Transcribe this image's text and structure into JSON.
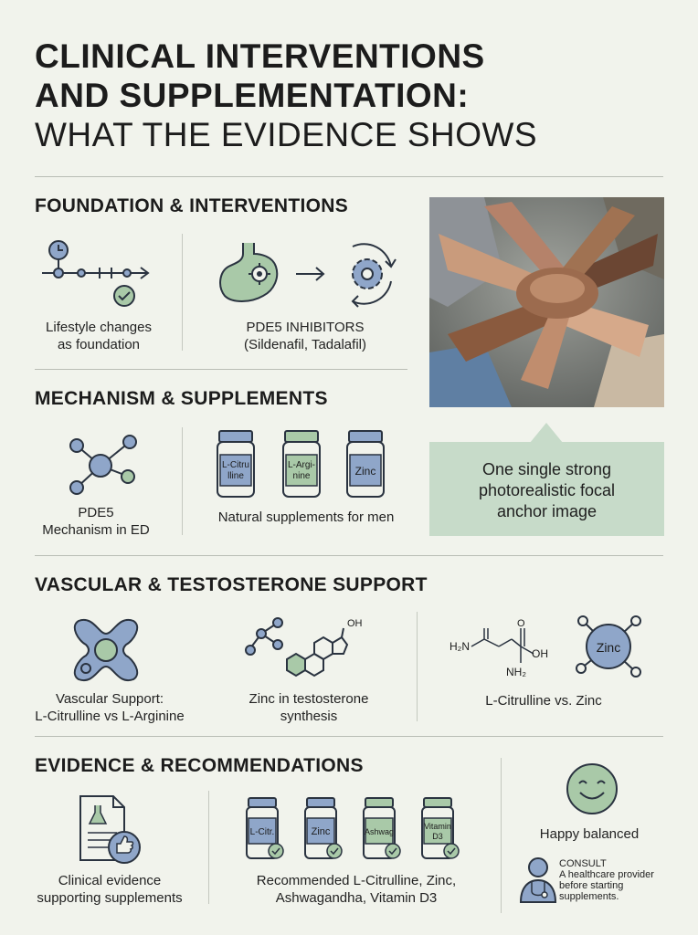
{
  "title": {
    "line1": "CLINICAL INTERVENTIONS",
    "line2": "AND SUPPLEMENTATION:",
    "line3": "WHAT THE EVIDENCE SHOWS"
  },
  "sections": {
    "foundation": {
      "heading": "FOUNDATION & INTERVENTIONS",
      "lifestyle_caption": [
        "Lifestyle changes",
        "as foundation"
      ],
      "pde5_caption": [
        "PDE5 INHIBITORS",
        "(Sildenafil, Tadalafil)"
      ]
    },
    "mechanism": {
      "heading": "MECHANISM & SUPPLEMENTS",
      "mechanism_caption": [
        "PDE5",
        "Mechanism in ED"
      ],
      "bottles": [
        "L-Citru\nlline",
        "L-Argi-\nnine",
        "Zinc"
      ],
      "supplements_caption": "Natural supplements for men"
    },
    "vascular": {
      "heading": "VASCULAR & TESTOSTERONE SUPPORT",
      "vascular_caption": [
        "Vascular Support:",
        "L-Citrulline vs L-Arginine"
      ],
      "zinc_caption": [
        "Zinc in testosterone",
        "synthesis"
      ],
      "compare_caption": "L-Citrulline vs. Zinc",
      "molecule_labels": {
        "oh": "OH",
        "h2n": "H₂N",
        "oh2": "OH",
        "nh2": "NH₂",
        "zinc": "Zinc"
      }
    },
    "evidence": {
      "heading": "EVIDENCE & RECOMMENDATIONS",
      "clinical_caption": [
        "Clinical evidence",
        "supporting supplements"
      ],
      "bottles": [
        "L-Citr.",
        "Zinc",
        "Ashwag",
        "Vitamin\nD3"
      ],
      "recommended_caption": [
        "Recommended L-Citrulline, Zinc,",
        "Ashwagandha, Vitamin D3"
      ],
      "happy_caption": "Happy balanced",
      "consult_lines": [
        "CONSULT",
        "A healthcare provider",
        "before starting",
        "supplements."
      ]
    }
  },
  "callout": {
    "lines": [
      "One single strong",
      "photorealistic focal",
      "anchor image"
    ]
  },
  "colors": {
    "background": "#f1f3ec",
    "icon_blue": "#8fa6c9",
    "icon_green": "#a9c9a8",
    "callout": "#c7dbc9",
    "stroke": "#2a3340"
  }
}
